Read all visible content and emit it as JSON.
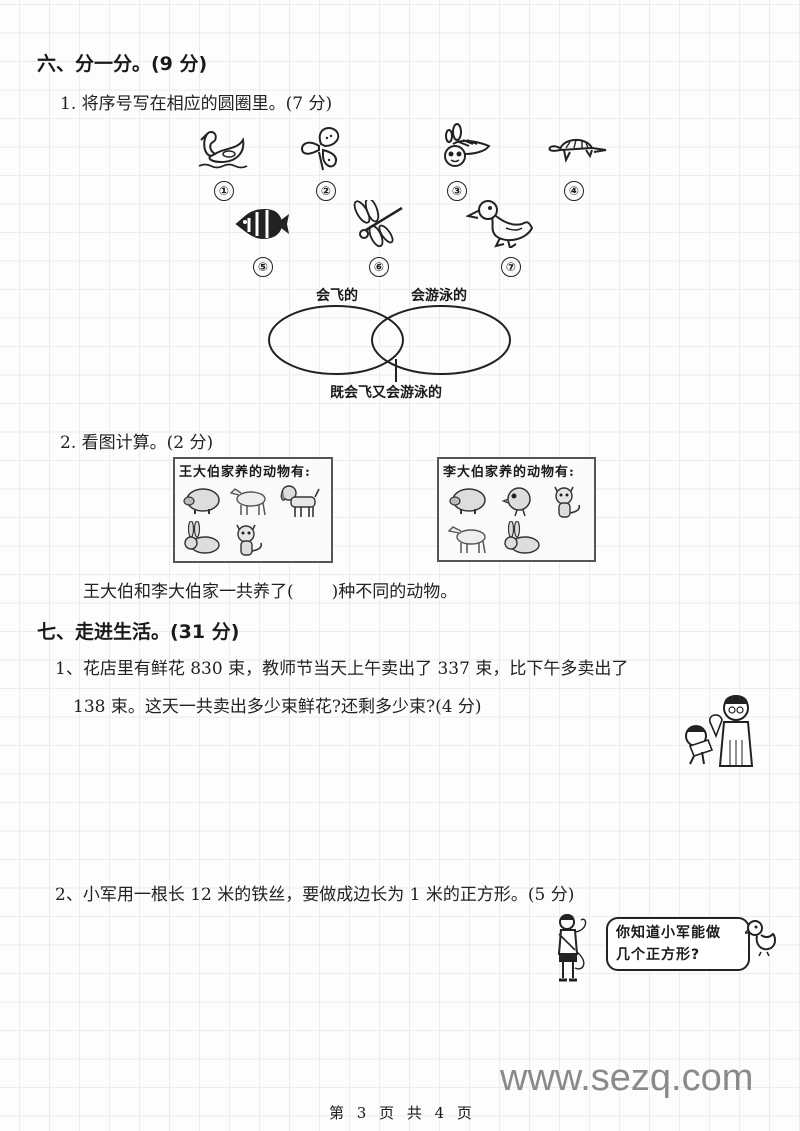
{
  "section6": {
    "title": "六、分一分。(9 分)",
    "q1": {
      "text": "1. 将序号写在相应的圆圈里。(7 分)",
      "animals": [
        {
          "num": "①",
          "icon": "swan-icon"
        },
        {
          "num": "②",
          "icon": "butterfly-icon"
        },
        {
          "num": "③",
          "icon": "bee-icon"
        },
        {
          "num": "④",
          "icon": "turtle-icon"
        },
        {
          "num": "⑤",
          "icon": "fish-icon"
        },
        {
          "num": "⑥",
          "icon": "dragonfly-icon"
        },
        {
          "num": "⑦",
          "icon": "duck-icon"
        }
      ],
      "venn": {
        "left_label": "会飞的",
        "right_label": "会游泳的",
        "overlap_label": "既会飞又会游泳的"
      }
    },
    "q2": {
      "text": "2. 看图计算。(2 分)",
      "box_wang": {
        "title": "王大伯家养的动物有:",
        "animals": [
          "pig",
          "sheep",
          "dog",
          "rabbit",
          "cat"
        ]
      },
      "box_li": {
        "title": "李大伯家养的动物有:",
        "animals": [
          "pig",
          "chick",
          "cat",
          "sheep",
          "rabbit"
        ]
      },
      "sentence_before": "王大伯和李大伯家一共养了(",
      "blank": "      ",
      "sentence_after": ")种不同的动物。"
    }
  },
  "section7": {
    "title": "七、走进生活。(31 分)",
    "q1": {
      "line1": "1、花店里有鲜花 830 束，教师节当天上午卖出了 337 束，比下午多卖出了",
      "line2": "138 束。这天一共卖出多少束鲜花?还剩多少束?(4 分)"
    },
    "q2": {
      "text": "2、小军用一根长 12 米的铁丝，要做成边长为 1 米的正方形。(5 分)",
      "bubble_line1": "你知道小军能做",
      "bubble_line2": "几个正方形?"
    }
  },
  "watermark": "www.sezq.com",
  "footer": "第 3 页 共 4 页"
}
